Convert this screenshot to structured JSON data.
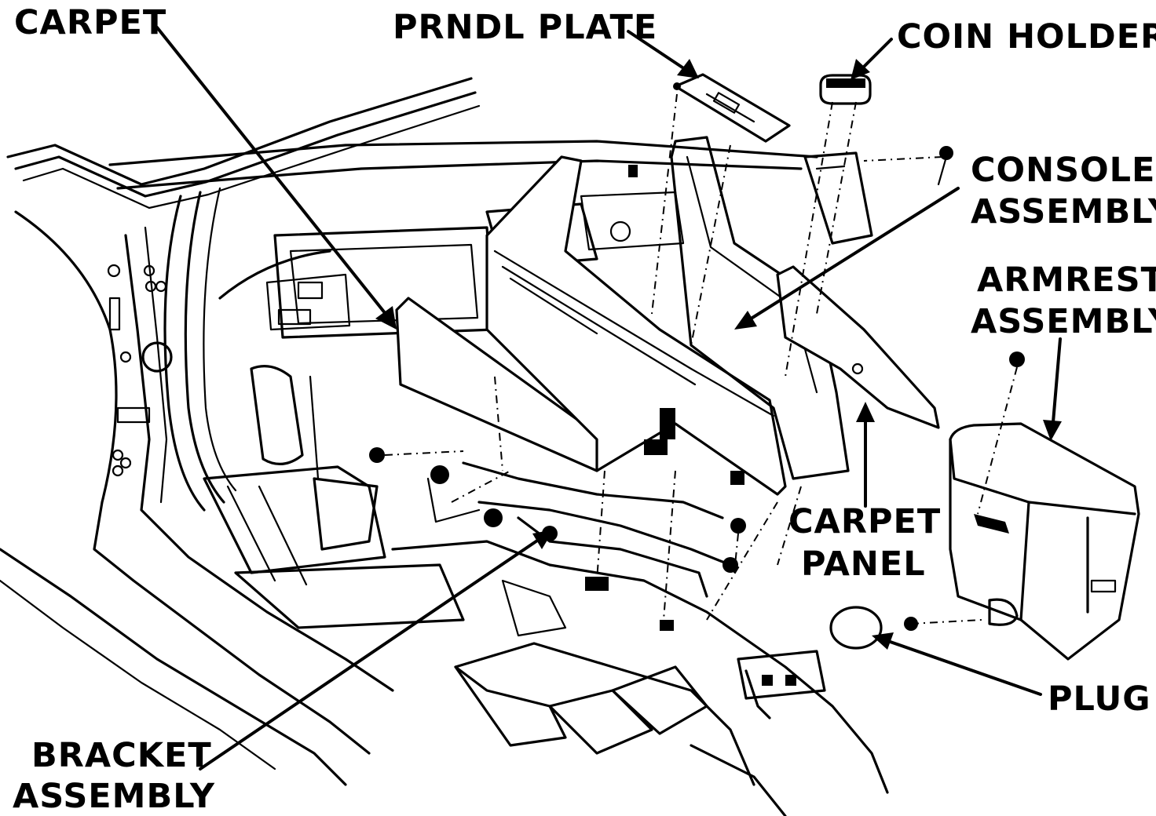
{
  "labels": {
    "carpet": "CARPET",
    "prndl_plate": "PRNDL PLATE",
    "coin_holder": "COIN HOLDER",
    "console_line1": "CONSOLE",
    "console_line2": "ASSEMBLY",
    "armrest_line1": "ARMREST",
    "armrest_line2": "ASSEMBLY",
    "carpet_panel_line1": "CARPET",
    "carpet_panel_line2": "PANEL",
    "plug": "PLUG",
    "bracket_line1": "BRACKET",
    "bracket_line2": "ASSEMBLY"
  },
  "colors": {
    "ink": "#000000",
    "paper": "#ffffff"
  }
}
